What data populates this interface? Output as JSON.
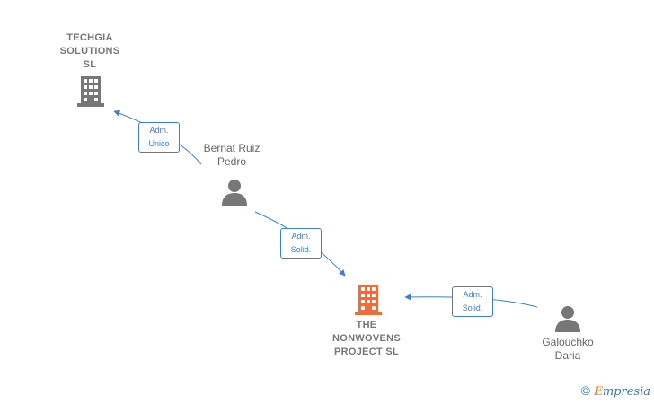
{
  "nodes": {
    "techgia": {
      "label": "TECHGIA\nSOLUTIONS\nSL",
      "icon": "building-icon",
      "color": "#777777"
    },
    "bernat": {
      "label": "Bernat Ruiz\nPedro",
      "icon": "person-icon",
      "color": "#777777"
    },
    "nonwovens": {
      "label": "THE\nNONWOVENS\nPROJECT  SL",
      "icon": "building-icon",
      "color": "#f26a3a"
    },
    "galouchko": {
      "label": "Galouchko\nDaria",
      "icon": "person-icon",
      "color": "#777777"
    }
  },
  "edges": {
    "bernat_techgia": {
      "label": "Adm.\nUnico"
    },
    "bernat_nonwovens": {
      "label": "Adm.\nSolid."
    },
    "galouchko_nonwovens": {
      "label": "Adm.\nSolid."
    }
  },
  "colors": {
    "edge": "#3a7fd5"
  },
  "footer": {
    "copyright": "©",
    "brand_first": "E",
    "brand_rest": "mpresia"
  }
}
